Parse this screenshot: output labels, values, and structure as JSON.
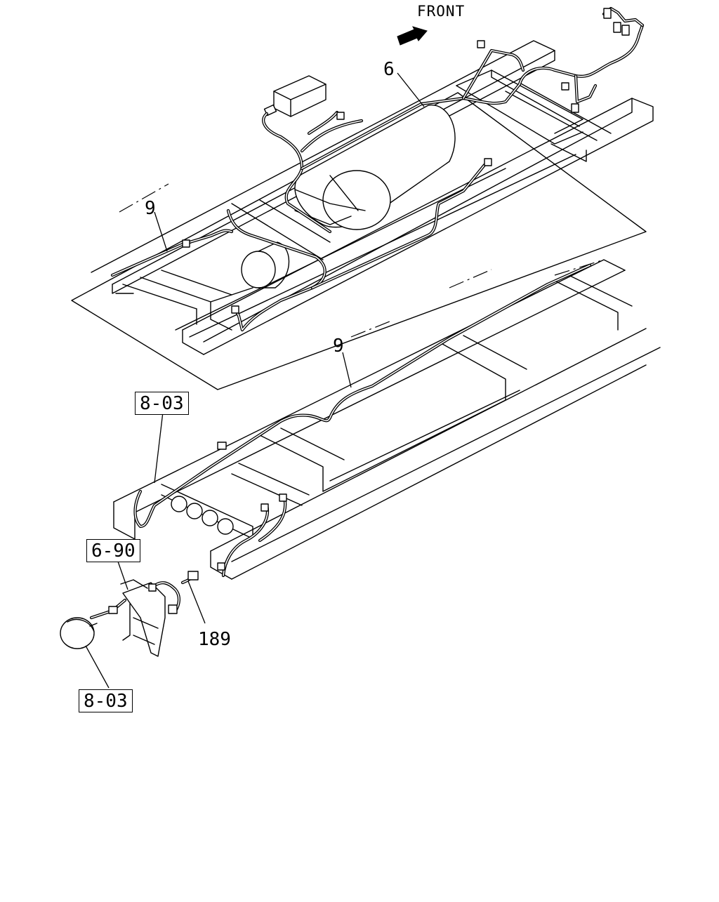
{
  "orientation": {
    "label": "FRONT",
    "arrow_icon": "front-arrow-icon"
  },
  "callouts": {
    "harness_front": "6",
    "harness_mid_upper": "9",
    "harness_mid_lower": "9",
    "ref_rear_harness": "8-03",
    "ref_bracket": "6-90",
    "connector_part": "189",
    "ref_lamp": "8-03"
  },
  "icons": [
    "front-arrow-icon",
    "fuel-tank-icon",
    "relay-box-icon",
    "spare-tire-icon",
    "rear-lamp-icon",
    "connector-icon"
  ]
}
